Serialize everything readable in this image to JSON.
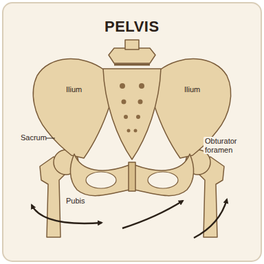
{
  "diagram": {
    "title": "PELVIS",
    "labels": [
      "Ilium",
      "Ilium",
      "Sacrum",
      "Obturator foramen",
      "Pubis"
    ]
  }
}
